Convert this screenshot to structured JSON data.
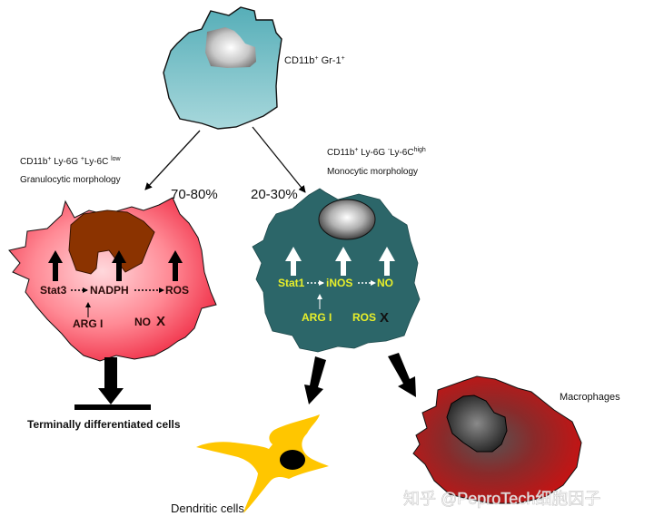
{
  "title": "Myeloid-derived suppressor cell differentiation diagram",
  "progenitor": {
    "label": "CD11b",
    "label_sup1": "+",
    "label_mid": " Gr-1",
    "label_sup2": "+",
    "color": "#7cc2ca"
  },
  "granulocytic": {
    "marker_prefix": "CD11b",
    "marker_sup1": "+",
    "marker_mid": " Ly-6G ",
    "marker_sup2": "+",
    "marker_end": "Ly-6C ",
    "marker_sup3": "low",
    "morphology": "Granulocytic morphology",
    "percent": "70-80%",
    "pathway": {
      "a": "Stat3",
      "b": "NADPH",
      "c": "ROS"
    },
    "inducer": "ARG I",
    "absent": "NO",
    "absent_mark": "X",
    "outcome": "Terminally differentiated cells",
    "color": "#f0455a",
    "nucleus_color": "#8b3300"
  },
  "monocytic": {
    "marker_prefix": "CD11b",
    "marker_sup1": "+",
    "marker_mid": " Ly-6G ",
    "marker_sup2": "-",
    "marker_end": "Ly-6C",
    "marker_sup3": "high",
    "morphology": "Monocytic morphology",
    "percent": "20-30%",
    "pathway": {
      "a": "Stat1",
      "b": "iNOS",
      "c": "NO"
    },
    "inducer": "ARG I",
    "absent": "ROS",
    "absent_mark": "X",
    "color": "#2c6669",
    "text_color": "#e8ef2a"
  },
  "outcomes": {
    "dendritic": "Dendritic cells",
    "dendritic_color": "#ffc600",
    "macrophage": "Macrophages",
    "macrophage_color": "#cc1111"
  },
  "watermark": "知乎 @PeproTech细胞因子"
}
